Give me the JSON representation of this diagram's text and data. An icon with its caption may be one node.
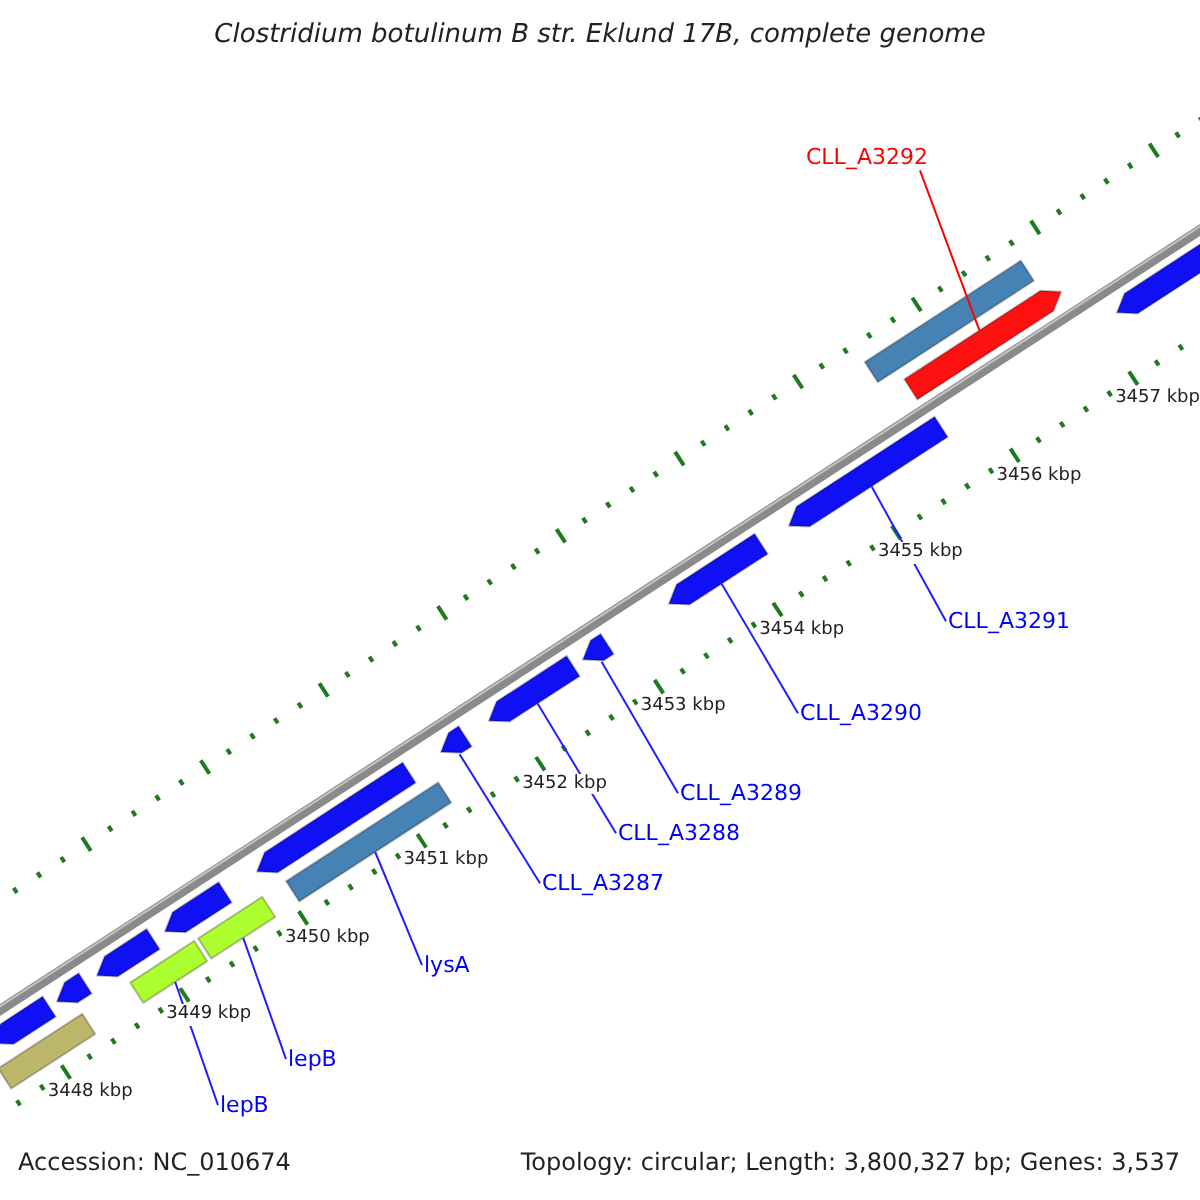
{
  "diagram": {
    "title": "Clostridium botulinum B str. Eklund 17B, complete genome",
    "nodes": [
      {
        "text": [],
        "shape": "arrow"
      },
      {
        "text": [],
        "shape": "bar"
      },
      {
        "text": [],
        "shape": "arrow"
      },
      {
        "text": [],
        "shape": "arrow"
      },
      {
        "text": [],
        "shape": "bar"
      },
      {
        "text": [],
        "shape": "arrow"
      },
      {
        "text": [],
        "shape": "bar"
      },
      {
        "text": [],
        "shape": "arrow"
      },
      {
        "text": [],
        "shape": "bar"
      },
      {
        "text": [],
        "shape": "arrow"
      },
      {
        "text": [],
        "shape": "arrow"
      },
      {
        "text": [],
        "shape": "arrow"
      },
      {
        "text": [],
        "shape": "arrow"
      },
      {
        "text": [],
        "shape": "arrow"
      },
      {
        "text": [],
        "shape": "bar"
      },
      {
        "text": [],
        "shape": "arrow"
      },
      {
        "text": [],
        "shape": "arrow"
      },
      {
        "text": [
          "CLL_A3292"
        ]
      },
      {
        "text": [
          "CLL_A3291"
        ]
      },
      {
        "text": [
          "CLL_A3290"
        ]
      },
      {
        "text": [
          "CLL_A3289"
        ]
      },
      {
        "text": [
          "CLL_A3288"
        ]
      },
      {
        "text": [
          "CLL_A3287"
        ]
      },
      {
        "text": [
          "lysA"
        ]
      },
      {
        "text": [
          "lepB"
        ]
      },
      {
        "text": [
          "lepB"
        ]
      }
    ],
    "edges": [
      {
        "from": 17,
        "to": 15,
        "arrow": "none",
        "color": "#ff0000"
      },
      {
        "from": 18,
        "to": 13,
        "arrow": "none"
      },
      {
        "from": 19,
        "to": 12,
        "arrow": "none"
      },
      {
        "from": 20,
        "to": 11,
        "arrow": "none"
      },
      {
        "from": 21,
        "to": 10,
        "arrow": "none"
      },
      {
        "from": 22,
        "to": 9,
        "arrow": "none"
      },
      {
        "from": 23,
        "to": 8,
        "arrow": "none"
      },
      {
        "from": 24,
        "to": 6,
        "arrow": "none"
      },
      {
        "from": 25,
        "to": 4,
        "arrow": "none"
      }
    ],
    "labels": [
      "3457 kbp",
      "3456 kbp",
      "3455 kbp",
      "3454 kbp",
      "3453 kbp",
      "3452 kbp",
      "3451 kbp",
      "3450 kbp",
      "3449 kbp",
      "3448 kbp",
      "Accession: NC_010674",
      "Topology: circular; Length: 3,800,327 bp; Genes: 3,537"
    ]
  }
}
